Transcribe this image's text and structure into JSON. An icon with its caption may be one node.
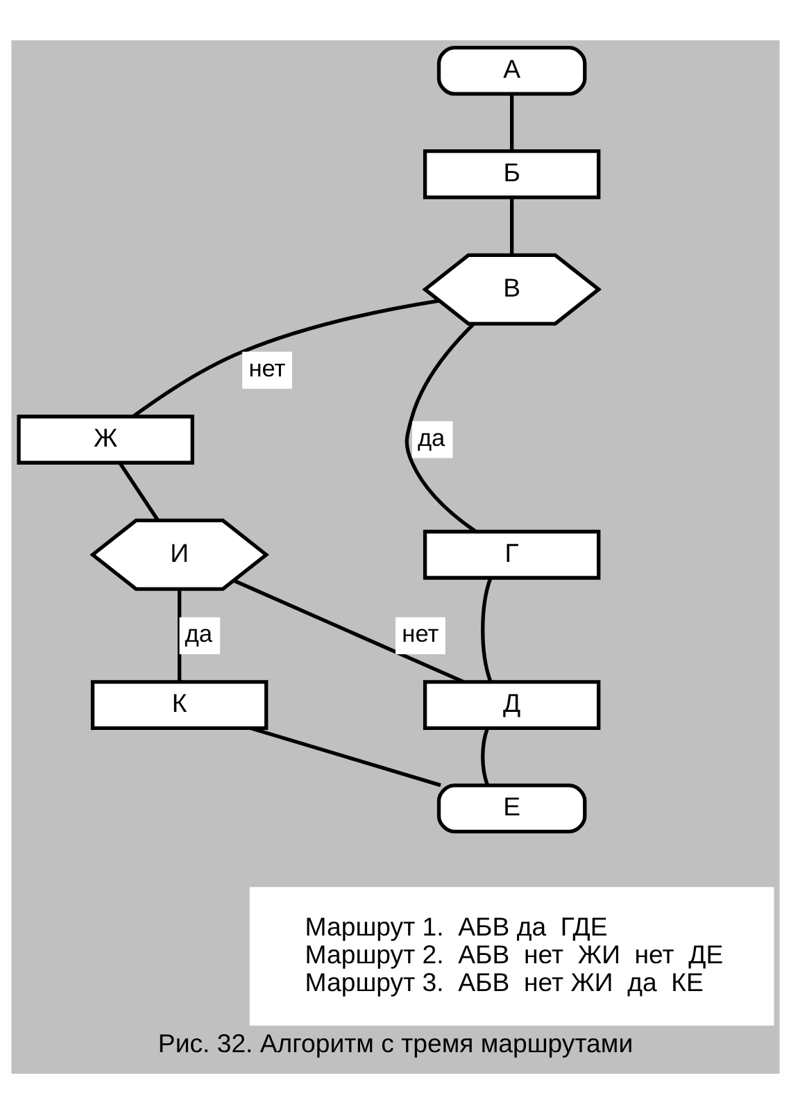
{
  "diagram": {
    "caption": "Рис. 32. Алгоритм с тремя маршрутами",
    "nodes": [
      {
        "text": [
          "А"
        ]
      },
      {
        "text": [
          "Б"
        ]
      },
      {
        "text": [
          "В"
        ]
      },
      {
        "text": [
          "Ж"
        ]
      },
      {
        "text": [
          "Г"
        ]
      },
      {
        "text": [
          "И"
        ]
      },
      {
        "text": [
          "Д"
        ]
      },
      {
        "text": [
          "К"
        ]
      },
      {
        "text": [
          "Е"
        ]
      },
      {
        "text": [
          "Маршрут 1.  АБВ да  ГДЕ",
          "Маршрут 2.  АБВ  нет  ЖИ  нет  ДЕ",
          "Маршрут 3.  АБВ  нет ЖИ  да  КЕ"
        ]
      }
    ],
    "edges": [
      {
        "from": 0,
        "to": 1,
        "arrow": "none"
      },
      {
        "from": 1,
        "to": 2,
        "arrow": "none"
      },
      {
        "from": 2,
        "to": 4,
        "arrow": "none",
        "label": "да"
      },
      {
        "from": 2,
        "to": 3,
        "arrow": "none",
        "label": "нет"
      },
      {
        "from": 3,
        "to": 5,
        "arrow": "none"
      },
      {
        "from": 4,
        "to": 6,
        "arrow": "none"
      },
      {
        "from": 5,
        "to": 6,
        "arrow": "none",
        "label": "нет"
      },
      {
        "from": 5,
        "to": 7,
        "arrow": "none",
        "label": "да"
      },
      {
        "from": 6,
        "to": 8,
        "arrow": "none"
      },
      {
        "from": 7,
        "to": 8,
        "arrow": "none"
      }
    ]
  }
}
